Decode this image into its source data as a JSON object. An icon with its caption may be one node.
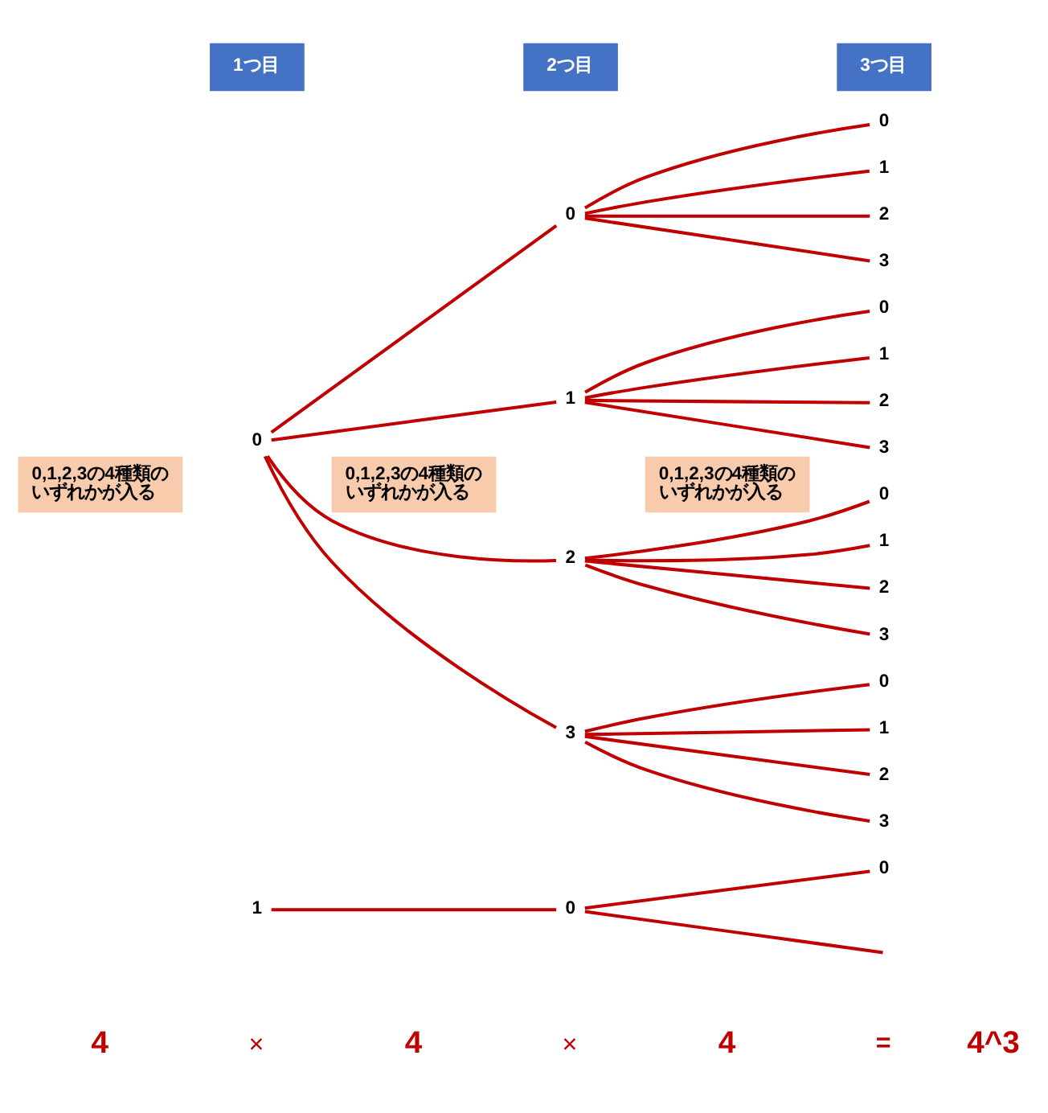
{
  "diagram": {
    "nodes": [
      {
        "text": [
          "1つ目"
        ]
      },
      {
        "text": [
          "2つ目"
        ]
      },
      {
        "text": [
          "3つ目"
        ]
      },
      {
        "text": [
          "0"
        ]
      },
      {
        "text": [
          "0"
        ]
      },
      {
        "text": [
          "0"
        ]
      },
      {
        "text": [
          "1"
        ]
      },
      {
        "text": [
          "2"
        ]
      },
      {
        "text": [
          "3"
        ]
      },
      {
        "text": [
          "1"
        ]
      },
      {
        "text": [
          "0"
        ]
      },
      {
        "text": [
          "1"
        ]
      },
      {
        "text": [
          "2"
        ]
      },
      {
        "text": [
          "3"
        ]
      },
      {
        "text": [
          "0,1,2,3の4種類のいずれかが入る"
        ]
      },
      {
        "text": [
          "0,1,2,3の4種類のいずれかが入る"
        ]
      },
      {
        "text": [
          "0,1,2,3の4種類のいずれかが入る"
        ]
      },
      {
        "text": [
          "2"
        ]
      },
      {
        "text": [
          "0"
        ]
      },
      {
        "text": [
          "1"
        ]
      },
      {
        "text": [
          "2"
        ]
      },
      {
        "text": [
          "3"
        ]
      },
      {
        "text": [
          "3"
        ]
      },
      {
        "text": [
          "0"
        ]
      },
      {
        "text": [
          "1"
        ]
      },
      {
        "text": [
          "2"
        ]
      },
      {
        "text": [
          "3"
        ]
      },
      {
        "text": [
          "1"
        ]
      },
      {
        "text": [
          "0"
        ]
      },
      {
        "text": [
          "0"
        ]
      }
    ],
    "edges": [
      {
        "from": 3,
        "to": 4,
        "arrow": "none"
      },
      {
        "from": 3,
        "to": 9,
        "arrow": "none"
      },
      {
        "from": 3,
        "to": 17,
        "arrow": "none"
      },
      {
        "from": 3,
        "to": 22,
        "arrow": "none"
      },
      {
        "from": 4,
        "to": 5,
        "arrow": "none"
      },
      {
        "from": 4,
        "to": 6,
        "arrow": "none"
      },
      {
        "from": 4,
        "to": 7,
        "arrow": "none"
      },
      {
        "from": 4,
        "to": 8,
        "arrow": "none"
      },
      {
        "from": 9,
        "to": 10,
        "arrow": "none"
      },
      {
        "from": 9,
        "to": 11,
        "arrow": "none"
      },
      {
        "from": 9,
        "to": 12,
        "arrow": "none"
      },
      {
        "from": 9,
        "to": 13,
        "arrow": "none"
      },
      {
        "from": 17,
        "to": 18,
        "arrow": "none"
      },
      {
        "from": 17,
        "to": 19,
        "arrow": "none"
      },
      {
        "from": 17,
        "to": 20,
        "arrow": "none"
      },
      {
        "from": 17,
        "to": 21,
        "arrow": "none"
      },
      {
        "from": 22,
        "to": 23,
        "arrow": "none"
      },
      {
        "from": 22,
        "to": 24,
        "arrow": "none"
      },
      {
        "from": 22,
        "to": 25,
        "arrow": "none"
      },
      {
        "from": 22,
        "to": 26,
        "arrow": "none"
      },
      {
        "from": 27,
        "to": 28,
        "arrow": "none"
      },
      {
        "from": 28,
        "to": 29,
        "arrow": "none"
      },
      {
        "from": 28,
        "to": null,
        "arrow": "none"
      }
    ],
    "labels": [
      "4",
      "×",
      "4",
      "×",
      "4",
      "=",
      "4^3"
    ]
  }
}
